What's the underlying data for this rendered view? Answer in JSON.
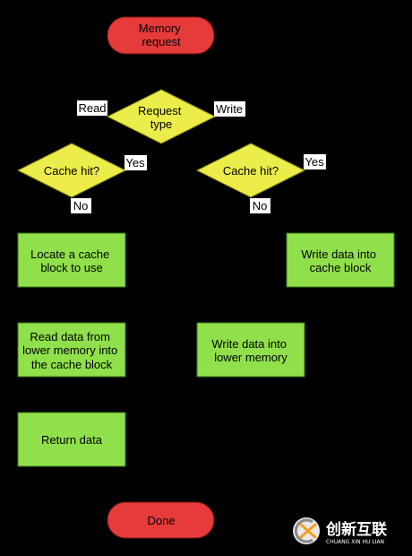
{
  "colors": {
    "terminal_fill": "#e53b3b",
    "decision_fill": "#ecec4a",
    "process_fill": "#8fe04a",
    "label_bg": "#ffffff",
    "background": "#000000"
  },
  "nodes": {
    "memory_request": {
      "lines": [
        "Memory",
        "request"
      ]
    },
    "request_type": {
      "lines": [
        "Request",
        "type"
      ]
    },
    "cache_hit_read": {
      "lines": [
        "Cache hit?"
      ]
    },
    "cache_hit_write": {
      "lines": [
        "Cache hit?"
      ]
    },
    "locate_cache_block": {
      "lines": [
        "Locate a cache",
        "block to use"
      ]
    },
    "write_into_cache": {
      "lines": [
        "Write data into",
        "cache block"
      ]
    },
    "read_from_lower": {
      "lines": [
        "Read data from",
        "lower memory into",
        "the cache block"
      ]
    },
    "write_into_lower": {
      "lines": [
        "Write data into",
        "lower memory"
      ]
    },
    "return_data": {
      "lines": [
        "Return data"
      ]
    },
    "done": {
      "lines": [
        "Done"
      ]
    }
  },
  "edge_labels": {
    "read": "Read",
    "write": "Write",
    "yes_read": "Yes",
    "no_read": "No",
    "yes_write": "Yes",
    "no_write": "No"
  },
  "watermark": {
    "brand": "创新互联",
    "sub": "CHUANG XIN HU LIAN"
  }
}
